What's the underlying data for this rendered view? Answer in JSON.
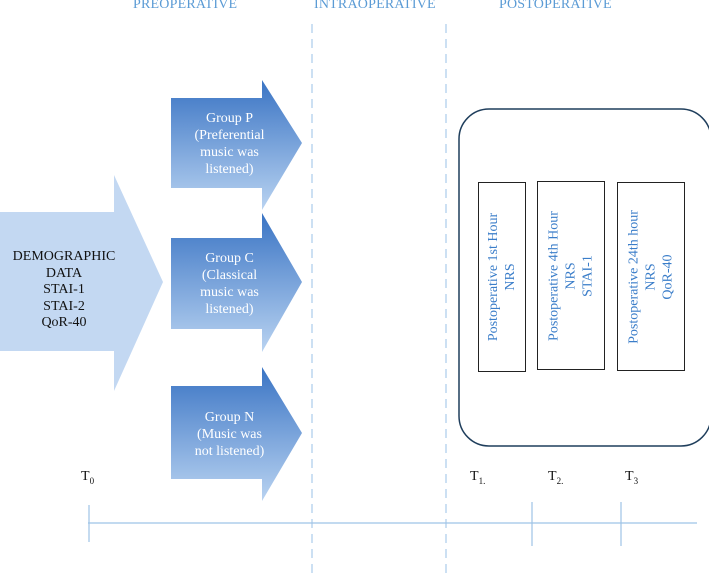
{
  "phases": {
    "preoperative": "PREOPERATIVE",
    "intraoperative": "INTRAOPERATIVE",
    "postoperative": "POSTOPERATIVE"
  },
  "baseline": {
    "lines": [
      "DEMOGRAPHIC",
      "DATA",
      "STAI-1",
      "STAI-2",
      "QoR-40"
    ]
  },
  "groups": [
    {
      "lines": [
        "Group P",
        "(Preferential",
        "music was",
        "listened)"
      ]
    },
    {
      "lines": [
        "Group C",
        "(Classical",
        "music was",
        "listened)"
      ]
    },
    {
      "lines": [
        "Group N",
        "(Music was",
        "not listened)"
      ]
    }
  ],
  "measurements": [
    {
      "lines": [
        "Postoperative 1st Hour",
        "NRS"
      ]
    },
    {
      "lines": [
        "Postoperative 4th Hour",
        "NRS",
        "STAI-1"
      ]
    },
    {
      "lines": [
        "Postoperative 24th hour",
        "NRS",
        "QoR-40"
      ]
    }
  ],
  "timepoints": [
    {
      "base": "T",
      "sub": "0"
    },
    {
      "base": "T",
      "sub": "1."
    },
    {
      "base": "T",
      "sub": "2."
    },
    {
      "base": "T",
      "sub": "3"
    }
  ],
  "colors": {
    "phase_text": "#5b9bd5",
    "arrow_dark": "#3a74c4",
    "arrow_light": "#b9d3f1",
    "big_arrow": "#c3d8f2",
    "timeline": "#9ec3e6",
    "divider": "#bcd6ef",
    "box_text": "#3a7dc9"
  }
}
